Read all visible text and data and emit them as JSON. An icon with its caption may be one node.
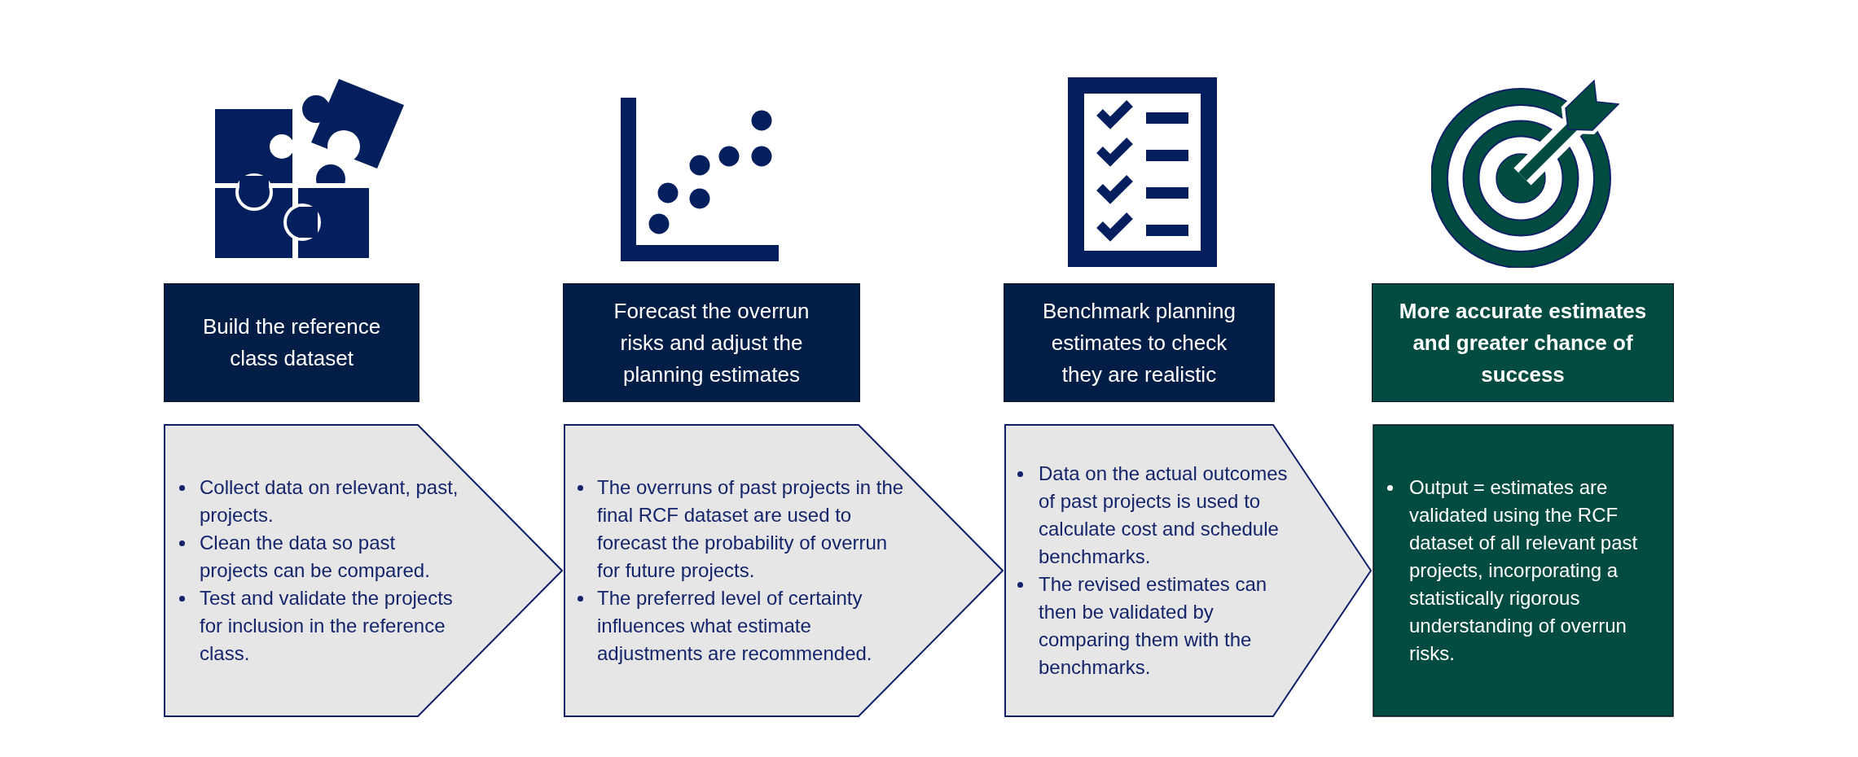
{
  "diagram": {
    "nodes": [
      {
        "text": [
          "Build the reference class dataset"
        ]
      },
      {
        "text": [
          "Collect data on relevant, past, projects.",
          "Clean the data so past projects can be compared.",
          "Test and validate the projects for inclusion in the reference class."
        ]
      },
      {
        "text": [
          "Forecast the overrun risks and adjust the planning estimates"
        ]
      },
      {
        "text": [
          "The overruns of past projects in the final RCF dataset are used to forecast the probability of overrun for future projects.",
          "The preferred level of certainty influences what estimate adjustments are recommended."
        ]
      },
      {
        "text": [
          "Benchmark planning estimates to check they are realistic"
        ]
      },
      {
        "text": [
          "Data on the actual outcomes of past projects is used to calculate cost and schedule benchmarks.",
          "The revised estimates can then be validated by comparing them with the benchmarks."
        ]
      },
      {
        "text": [
          "More accurate estimates and greater chance of success"
        ]
      },
      {
        "text": [
          "Output = estimates are validated using the RCF dataset of all relevant past projects, incorporating a statistically rigorous understanding of overrun risks."
        ]
      }
    ]
  }
}
